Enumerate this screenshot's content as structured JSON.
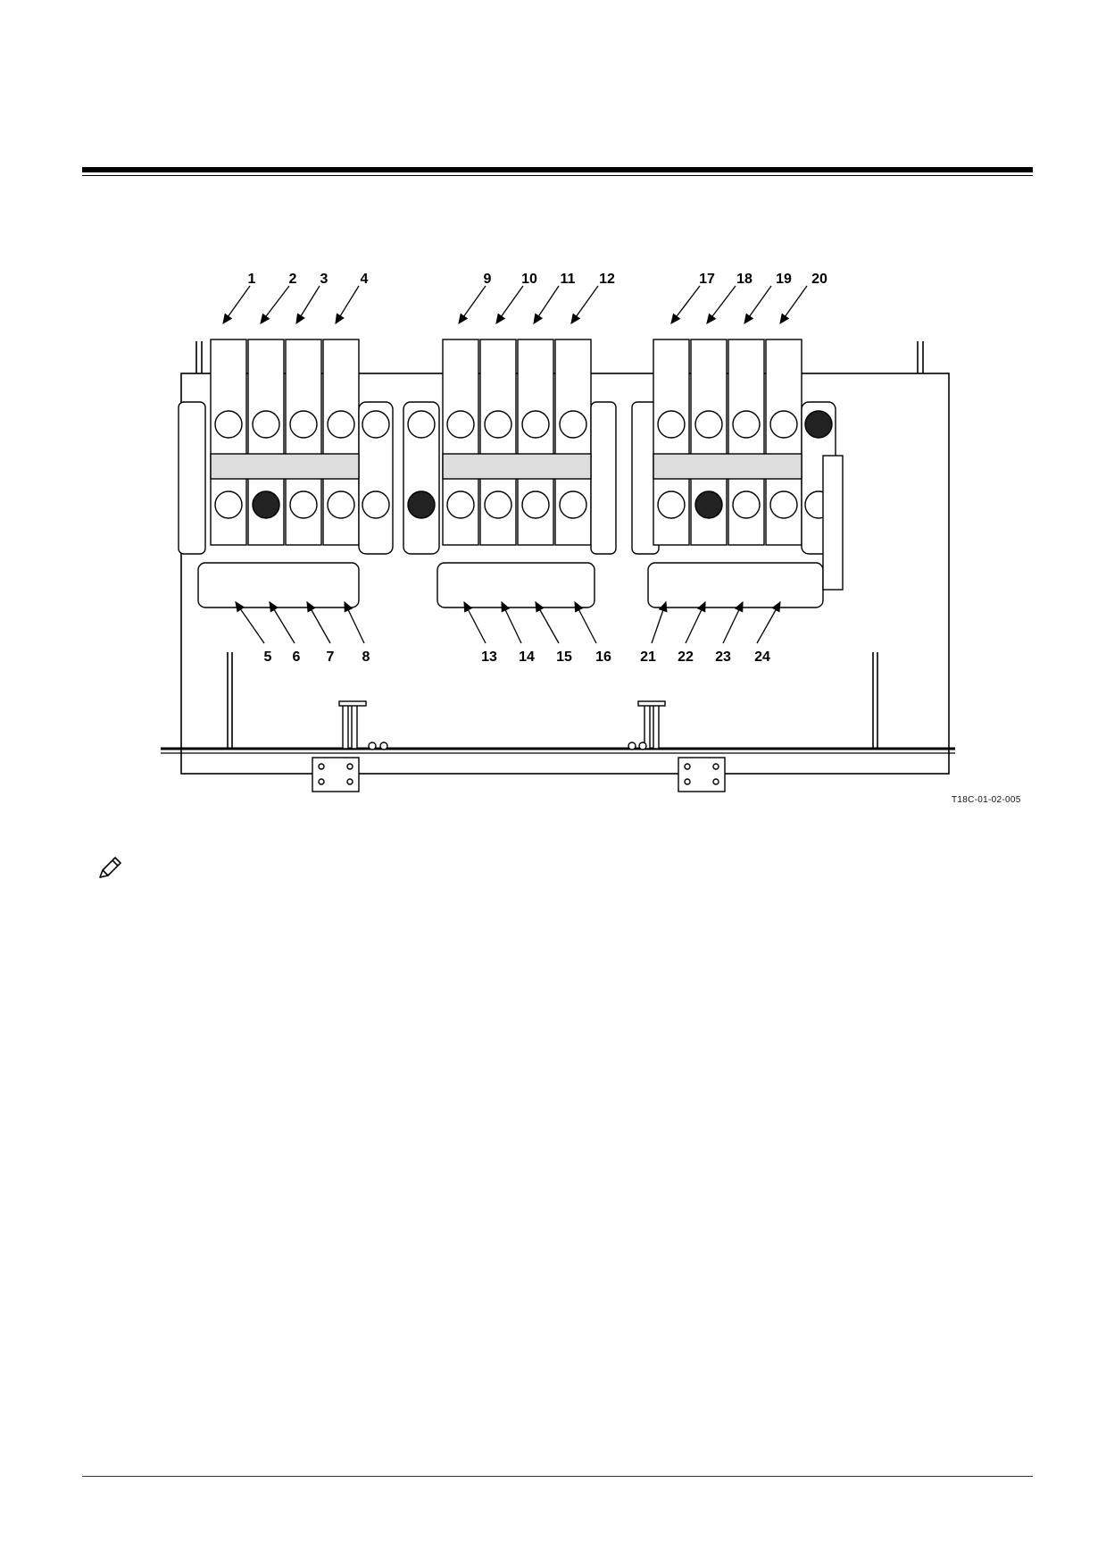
{
  "figure": {
    "code": "T18C-01-02-005",
    "callouts_top": [
      "1",
      "2",
      "3",
      "4",
      "9",
      "10",
      "11",
      "12",
      "17",
      "18",
      "19",
      "20"
    ],
    "callouts_bottom": [
      "5",
      "6",
      "7",
      "8",
      "13",
      "14",
      "15",
      "16",
      "21",
      "22",
      "23",
      "24"
    ]
  },
  "icons": {
    "note": "pencil-note-icon"
  }
}
